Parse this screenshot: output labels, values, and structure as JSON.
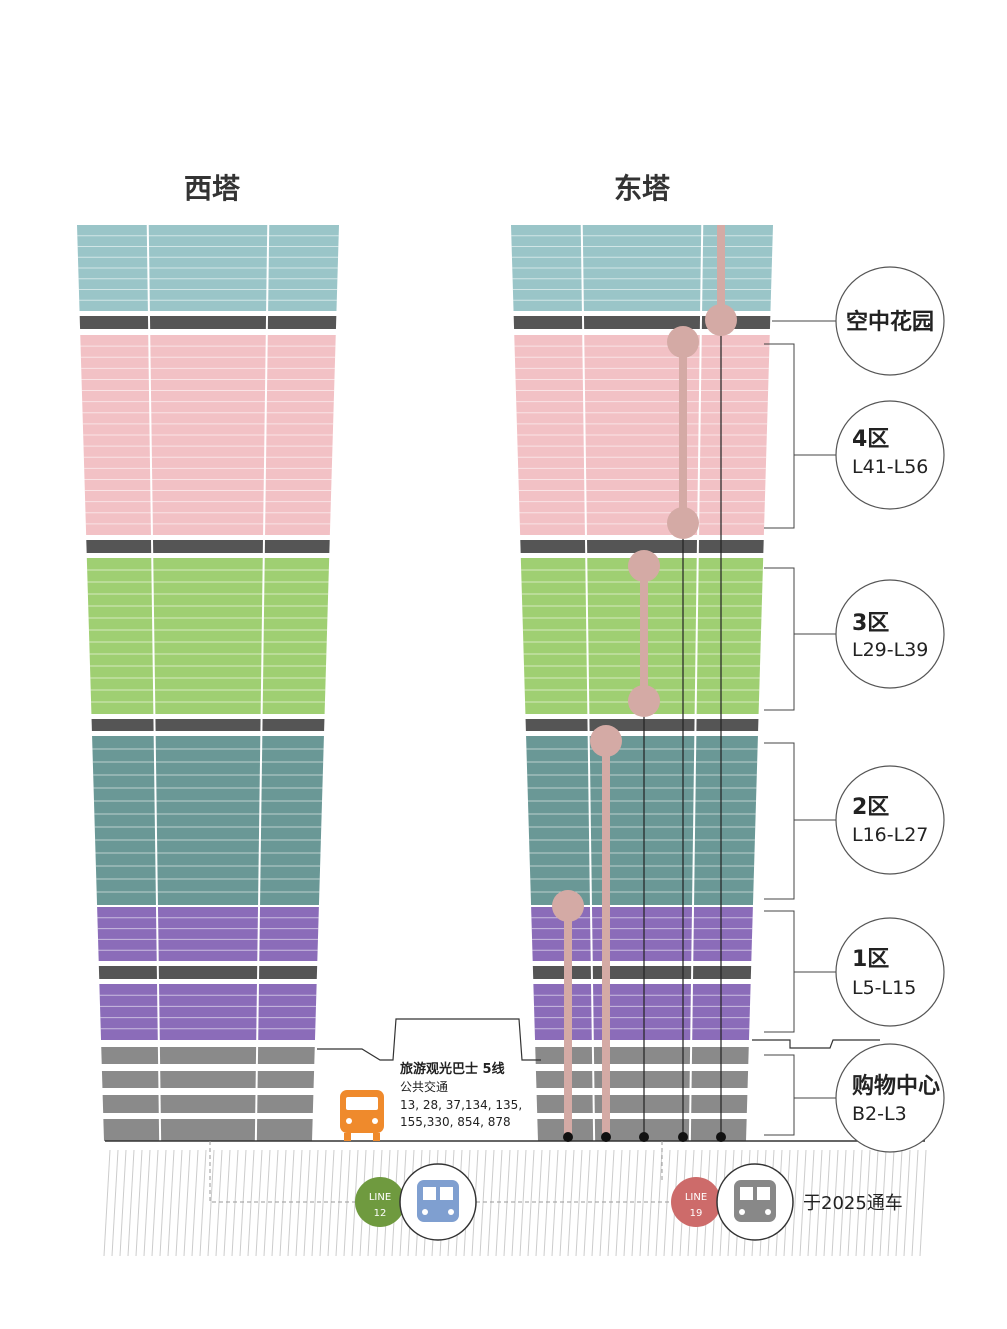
{
  "towers": {
    "west": {
      "title": "西塔"
    },
    "east": {
      "title": "东塔"
    }
  },
  "zones": {
    "sky_garden": {
      "title": "空中花园"
    },
    "zone4": {
      "title": "4区",
      "range": "L41-L56"
    },
    "zone3": {
      "title": "3区",
      "range": "L29-L39"
    },
    "zone2": {
      "title": "2区",
      "range": "L16-L27"
    },
    "zone1": {
      "title": "1区",
      "range": "L5-L15"
    },
    "mall": {
      "title": "购物中心",
      "range": "B2-L3"
    }
  },
  "bus": {
    "line1": "旅游观光巴士 5线",
    "line2": "公共交通",
    "line3": "13, 28, 37,134, 135,",
    "line4": "155,330, 854, 878"
  },
  "metro": {
    "line12": {
      "word": "LINE",
      "num": "12"
    },
    "line19": {
      "word": "LINE",
      "num": "19"
    },
    "note": "于2025通车"
  },
  "colors": {
    "sky_band": "#9ac5c8",
    "zone4": "#f2c1c5",
    "zone3": "#9fcf72",
    "zone2": "#6a9896",
    "zone1": "#8b6cb9",
    "mall": "#8a8a8a",
    "mechanical": "#555555",
    "elevator": "#d4aaa5",
    "bus": "#ef8a2c",
    "line12": "#6f9a3f",
    "line19": "#cd6b6a",
    "metro_train_12": "#7f9fd0",
    "metro_train_19": "#888888"
  }
}
